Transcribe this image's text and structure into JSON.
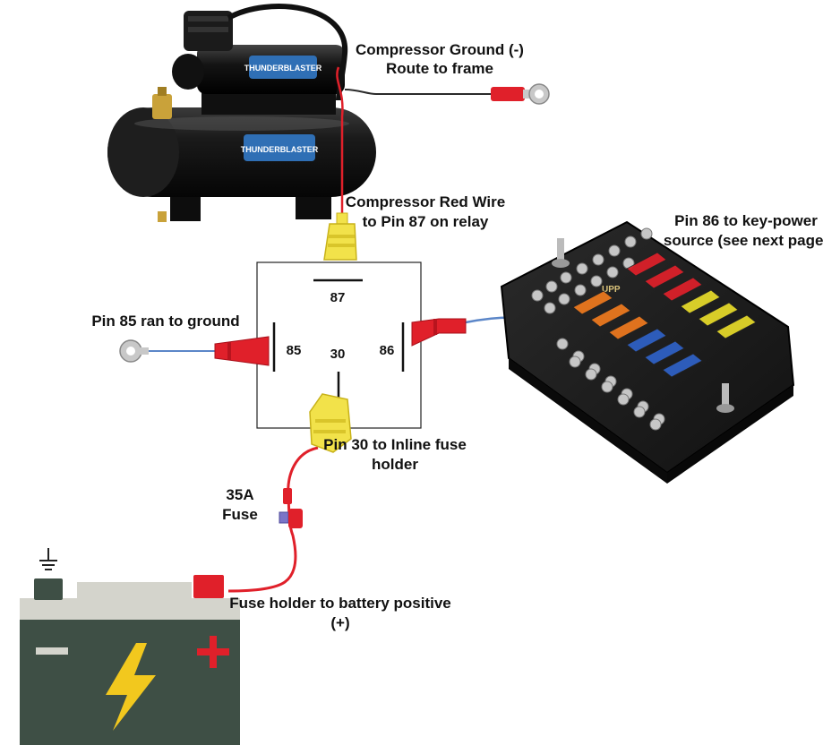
{
  "labels": {
    "compressor_ground_1": "Compressor Ground (-)",
    "compressor_ground_2": "Route to frame",
    "compressor_red_1": "Compressor Red Wire",
    "compressor_red_2": "to Pin 87 on relay",
    "pin86_1": "Pin 86 to key-power",
    "pin86_2": "source (see next page)",
    "pin85": "Pin 85 ran to ground",
    "pin30_1": "Pin 30 to Inline fuse",
    "pin30_2": "holder",
    "fuse_1": "35A",
    "fuse_2": "Fuse",
    "battery_1": "Fuse holder to battery positive",
    "battery_2": "(+)"
  },
  "relay": {
    "pin87": "87",
    "pin85": "85",
    "pin30": "30",
    "pin86": "86"
  },
  "brand": {
    "compressor_logo": "THUNDERBLASTER",
    "fusebox_logo": "UPP"
  },
  "colors": {
    "red_wire": "#e0202a",
    "ground_wire": "#2a2a2a",
    "blue_wire": "#5b86c8",
    "yellow_connector": "#f2e24a",
    "red_connector": "#e0202a",
    "battery_body": "#3e4f45",
    "battery_top": "#d4d4cc",
    "bolt": "#f2c81e"
  },
  "fuses": {
    "col1": [
      "orange",
      "orange",
      "orange",
      "blue",
      "blue",
      "blue"
    ],
    "col2": [
      "red",
      "red",
      "red",
      "yellow",
      "yellow",
      "yellow"
    ]
  }
}
